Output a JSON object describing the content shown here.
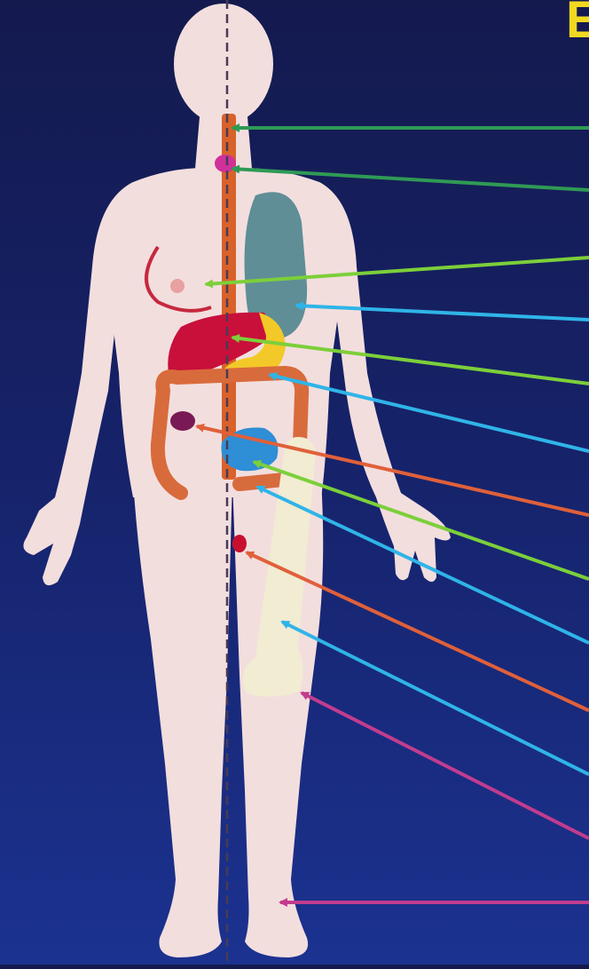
{
  "corner_title_fragment": "E",
  "colors": {
    "background_top": "#141a4e",
    "background_bottom": "#1b3290",
    "body_silhouette": "#f3dede",
    "title_text": "#f2d820",
    "spine": "#d9622a",
    "thyroid": "#d0309a",
    "breast_outline": "#c6283e",
    "lung": "#5f8e96",
    "liver": "#c8103a",
    "pancreas_stomach": "#f2c928",
    "colon": "#d86b3c",
    "kidney": "#7a1a55",
    "bladder": "#2e8ed6",
    "prostate": "#c8102e",
    "femur_bone": "#f1ecd2",
    "green_pointer": "#2f9a55",
    "light_green_pointer": "#7ccf3a",
    "cyan_pointer": "#2fb4e8",
    "orange_pointer": "#e0603a",
    "magenta_pointer": "#c23c8e",
    "midline": "#4a3a55"
  },
  "pointer_arrows": [
    {
      "color": "green_pointer",
      "target": "spinal-canal"
    },
    {
      "color": "green_pointer",
      "target": "thyroid"
    },
    {
      "color": "light_green_pointer",
      "target": "breast"
    },
    {
      "color": "cyan_pointer",
      "target": "lung"
    },
    {
      "color": "light_green_pointer",
      "target": "liver"
    },
    {
      "color": "cyan_pointer",
      "target": "pancreas"
    },
    {
      "color": "orange_pointer",
      "target": "kidney"
    },
    {
      "color": "light_green_pointer",
      "target": "bladder"
    },
    {
      "color": "cyan_pointer",
      "target": "rectum"
    },
    {
      "color": "orange_pointer",
      "target": "prostate"
    },
    {
      "color": "cyan_pointer",
      "target": "femur"
    },
    {
      "color": "magenta_pointer",
      "target": "knee"
    },
    {
      "color": "magenta_pointer",
      "target": "foot"
    }
  ]
}
